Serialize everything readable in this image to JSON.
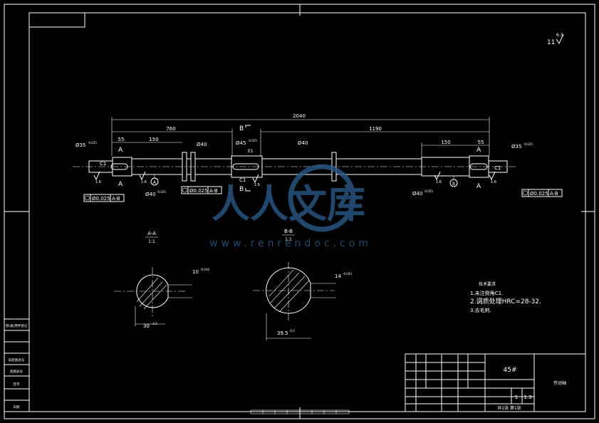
{
  "dims": {
    "overall": "2040",
    "left_total": "760",
    "right_total": "1190",
    "left_key_len": "55",
    "left_seg": "150",
    "right_seg": "150",
    "right_key_len": "55"
  },
  "diameters": {
    "d35_left": "Ø35",
    "d35_left_tol": "-0.025",
    "d40_mid": "Ø40",
    "d45": "Ø45",
    "d45_tol": "-0.025",
    "d40_right": "Ø40",
    "d35_right": "Ø35",
    "d35_right_tol": "-0.025",
    "d40_low_left": "Ø40",
    "d40_low_left_tol": "-0.025",
    "d40_low_right": "Ø40",
    "d40_low_right_tol": "-0.025"
  },
  "markers": {
    "A": "A",
    "B": "B",
    "c1": "C1",
    "e1": "E1",
    "datum_a": "A",
    "datum_b": "B",
    "roughness_small": "1.6",
    "roughness_corner": "6.3",
    "corner_note": "11"
  },
  "tolerances": {
    "left": "Ø0.025",
    "left_ref": "A-B",
    "mid": "Ø0.025",
    "mid_ref": "A-B",
    "right": "Ø0.025",
    "right_ref": "A-B"
  },
  "sections": {
    "aa_title": "A-A",
    "aa_scale": "1:1",
    "aa_width": "10",
    "aa_width_tol": "-0.036",
    "aa_depth": "30",
    "aa_depth_tol": "-0.2",
    "bb_title": "B-B",
    "bb_scale": "1:1",
    "bb_width": "14",
    "bb_width_tol": "-0.043",
    "bb_depth": "39.5",
    "bb_depth_tol": "-0.2"
  },
  "notes": {
    "heading": "技术要求",
    "n1": "1.未注倒角C1.",
    "n2": "2.调质处理HRC=28-32.",
    "n3": "3.去毛刺."
  },
  "title_block": {
    "material": "45#",
    "part_name": "传动轴",
    "scale": "1:3",
    "qty": "1",
    "sheet": "共1张 第1张"
  },
  "left_strip": [
    "借(通)用件登记",
    "旧底图总号",
    "底图总号",
    "签字",
    "日期"
  ],
  "watermark": {
    "brand": "人人文库",
    "url": "www.renrendoc.com"
  }
}
